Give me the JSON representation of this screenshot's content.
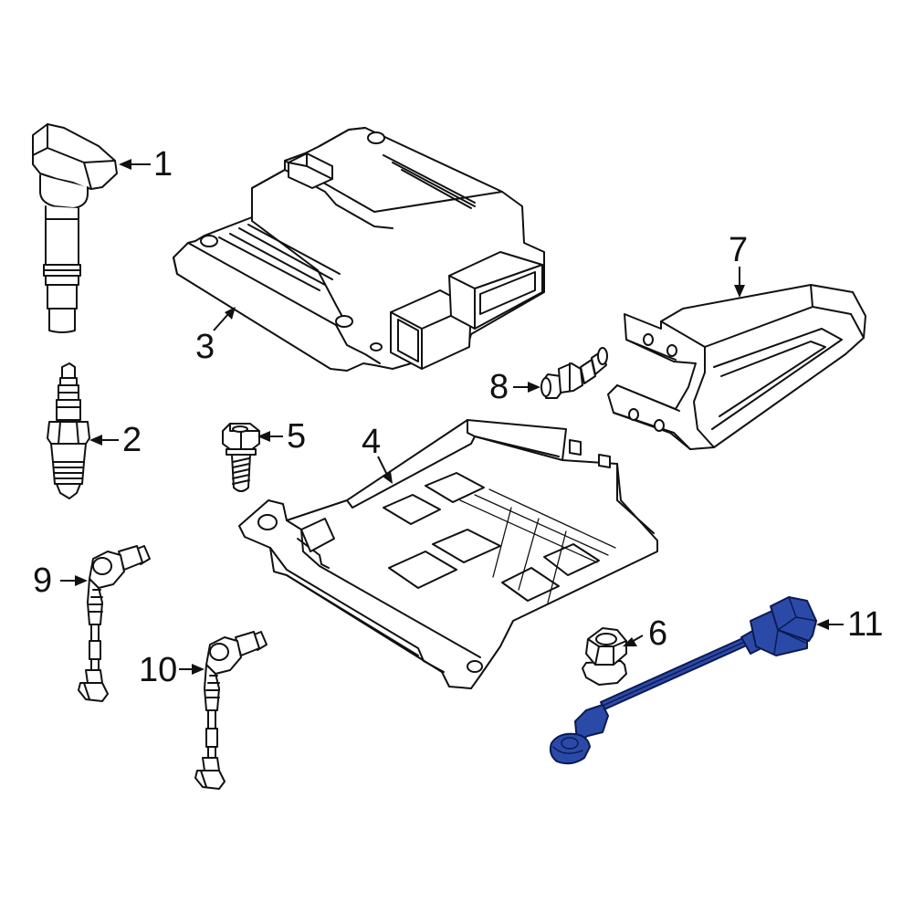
{
  "diagram": {
    "highlight_color": "#2b4aa8",
    "line_color": "#111111",
    "background": "#ffffff",
    "callouts": [
      {
        "id": "1",
        "label": "1"
      },
      {
        "id": "2",
        "label": "2"
      },
      {
        "id": "3",
        "label": "3"
      },
      {
        "id": "4",
        "label": "4"
      },
      {
        "id": "5",
        "label": "5"
      },
      {
        "id": "6",
        "label": "6"
      },
      {
        "id": "7",
        "label": "7"
      },
      {
        "id": "8",
        "label": "8"
      },
      {
        "id": "9",
        "label": "9"
      },
      {
        "id": "10",
        "label": "10"
      },
      {
        "id": "11",
        "label": "11"
      }
    ]
  }
}
